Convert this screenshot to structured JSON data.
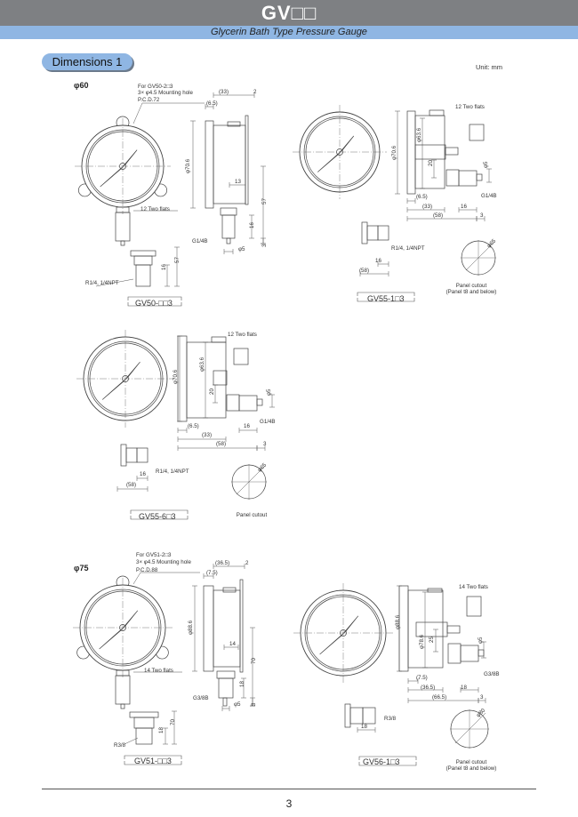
{
  "header": {
    "title": "GV□□",
    "subtitle": "Glycerin Bath Type Pressure Gauge"
  },
  "section": {
    "title": "Dimensions 1",
    "unit": "Unit: mm"
  },
  "page_number": "3",
  "drawings": [
    {
      "model": "GV50-□□3",
      "size": "φ60",
      "mounting": [
        "For GV50-2□3",
        "3× φ4.5 Mounting hole",
        "P.C.D.72"
      ],
      "labels": {
        "flats": "12 Two flats",
        "d33": "(33)",
        "d2": "2",
        "d65": "(6.5)",
        "dia": "φ70.6",
        "d13": "13",
        "d57": "57",
        "d16": "16",
        "d3": "3",
        "thread": "G1/4B",
        "phi5": "φ5",
        "b57": "57",
        "b16": "16",
        "bthread": "R1/4, 1/4NPT"
      }
    },
    {
      "model": "GV55-1□3",
      "labels": {
        "flats": "12 Two flats",
        "dia1": "φ63.6",
        "dia2": "φ70.6",
        "d20": "20",
        "phi5": "φ5",
        "thread": "G1/4B",
        "d65": "(6.5)",
        "d33": "(33)",
        "d16": "16",
        "d58": "(58)",
        "d3": "3",
        "bthread": "R1/4, 1/4NPT",
        "b16": "16",
        "b58": "(58)",
        "cutout_dia": "φ65",
        "cutout": "Panel cutout",
        "cutout_note": "(Panel t8 and below)"
      }
    },
    {
      "model": "GV55-6□3",
      "labels": {
        "flats": "12 Two flats",
        "dia1": "φ63.6",
        "dia2": "φ70.6",
        "d20": "20",
        "phi5": "φ5",
        "thread": "G1/4B",
        "d65": "(6.5)",
        "d33": "(33)",
        "d16": "16",
        "d58": "(58)",
        "d3": "3",
        "bthread": "R1/4, 1/4NPT",
        "b16": "16",
        "b58": "(58)",
        "cutout_dia": "φ65",
        "cutout": "Panel cutout"
      }
    },
    {
      "model": "GV51-□□3",
      "size": "φ75",
      "mounting": [
        "For GV51-2□3",
        "3× φ4.5 Mounting hole",
        "P.C.D.88"
      ],
      "labels": {
        "flats": "14 Two flats",
        "d365": "(36.5)",
        "d2": "2",
        "d75": "(7.5)",
        "dia": "φ88.6",
        "d14": "14",
        "d70": "70",
        "d18": "18",
        "d3": "3",
        "thread": "G3/8B",
        "phi5": "φ5",
        "b70": "70",
        "b18": "18",
        "bthread": "R3/8"
      }
    },
    {
      "model": "GV56-1□3",
      "labels": {
        "flats": "14 Two flats",
        "dia1": "φ88.6",
        "dia2": "φ78.6",
        "d25": "25",
        "phi5": "φ5",
        "thread": "G3/8B",
        "d75": "(7.5)",
        "d365": "(36.5)",
        "d18": "18",
        "d665": "(66.5)",
        "d3": "3",
        "bthread": "R3/8",
        "b18": "18",
        "cutout_dia": "φ80",
        "cutout": "Panel cutout",
        "cutout_note": "(Panel t8 and below)"
      }
    }
  ]
}
